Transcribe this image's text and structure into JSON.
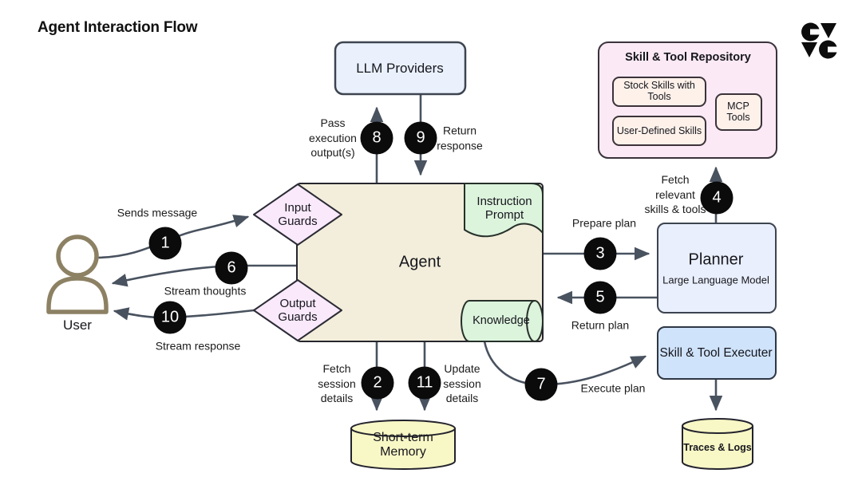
{
  "title": "Agent Interaction Flow",
  "colors": {
    "llm_fill": "#eaf1fc",
    "repository_fill": "#fbe9f5",
    "repository_item_fill": "#fdf1ea",
    "agent_fill": "#f2eedb",
    "guard_fill": "#f9e9fb",
    "green_fill": "#dcf3dc",
    "planner_fill": "#e9effc",
    "executer_fill": "#cfe3fa",
    "cylinder_fill": "#f8f7c6",
    "arrow": "#49525f",
    "badge_bg": "#0b0b0b",
    "user_icon": "#8d8164"
  },
  "nodes": {
    "llm_providers": {
      "label": "LLM Providers"
    },
    "repository": {
      "title": "Skill & Tool Repository",
      "stock_skills": "Stock Skills with\nTools",
      "user_defined_skills": "User-Defined Skills",
      "mcp_tools": "MCP\nTools"
    },
    "agent": {
      "label": "Agent"
    },
    "input_guards": {
      "label": "Input\nGuards"
    },
    "output_guards": {
      "label": "Output\nGuards"
    },
    "instruction_prompt": {
      "label": "Instruction\nPrompt"
    },
    "knowledge": {
      "label": "Knowledge"
    },
    "user": {
      "label": "User"
    },
    "planner": {
      "label": "Planner",
      "sublabel": "Large Language Model"
    },
    "executer": {
      "label": "Skill & Tool Executer"
    },
    "short_term_memory": {
      "label": "Short-term\nMemory"
    },
    "traces_logs": {
      "label": "Traces & Logs"
    }
  },
  "edges": {
    "sends_message": {
      "num": "1",
      "label": "Sends message"
    },
    "fetch_session": {
      "num": "2",
      "label": "Fetch\nsession\ndetails"
    },
    "prepare_plan": {
      "num": "3",
      "label": "Prepare plan"
    },
    "fetch_skills": {
      "num": "4",
      "label": "Fetch\nrelevant\nskills & tools"
    },
    "return_plan": {
      "num": "5",
      "label": "Return plan"
    },
    "stream_thoughts": {
      "num": "6",
      "label": "Stream thoughts"
    },
    "execute_plan": {
      "num": "7",
      "label": "Execute plan"
    },
    "pass_output": {
      "num": "8",
      "label": "Pass\nexecution\noutput(s)"
    },
    "return_response": {
      "num": "9",
      "label": "Return\nresponse"
    },
    "stream_response": {
      "num": "10",
      "label": "Stream response"
    },
    "update_session": {
      "num": "11",
      "label": "Update\nsession\ndetails"
    }
  }
}
